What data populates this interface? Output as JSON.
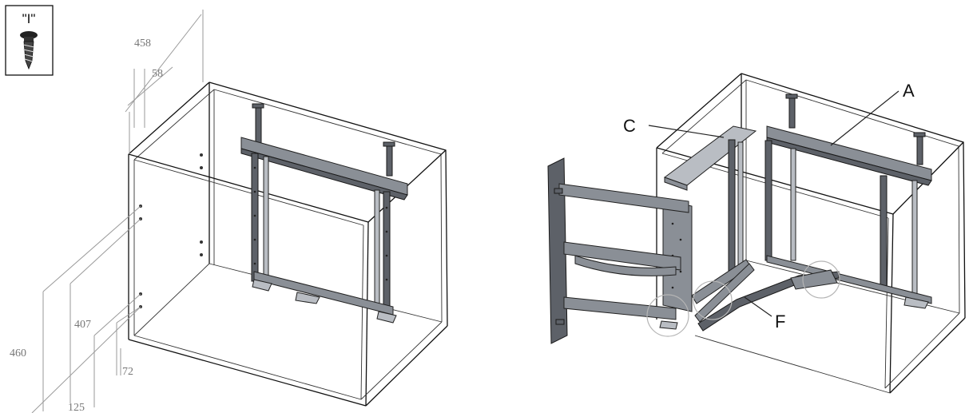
{
  "screw_legend": {
    "label": "\"I\"",
    "icon": "screw-icon"
  },
  "left_diagram": {
    "dimensions": [
      "458",
      "58",
      "407",
      "460",
      "125",
      "72"
    ]
  },
  "right_diagram": {
    "callouts": [
      "A",
      "C",
      "F"
    ]
  }
}
